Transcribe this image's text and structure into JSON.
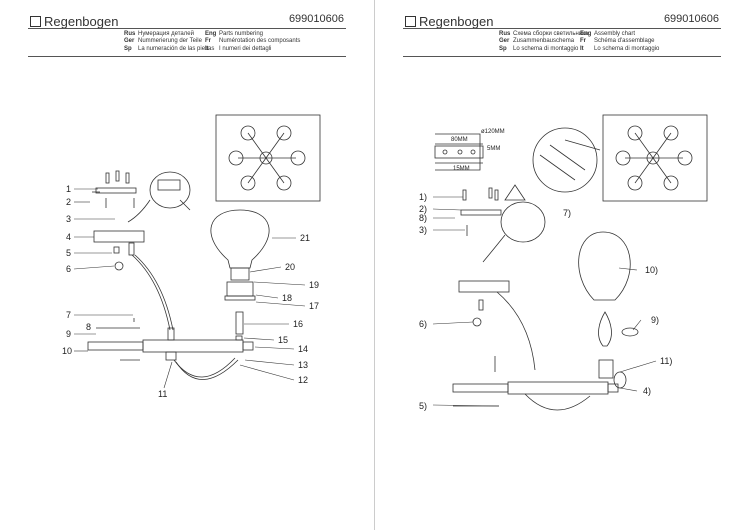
{
  "document": {
    "brand": "Regenbogen",
    "doc_number": "699010606"
  },
  "left_page": {
    "headers_col1": [
      {
        "code": "Rus",
        "text": "Нумерация деталей"
      },
      {
        "code": "Ger",
        "text": "Nummerierung der Teile"
      },
      {
        "code": "Sp",
        "text": "La numeración de las piezas"
      }
    ],
    "headers_col2": [
      {
        "code": "Eng",
        "text": "Parts numbering"
      },
      {
        "code": "Fr",
        "text": "Numérotation des composants"
      },
      {
        "code": "It",
        "text": "I numeri dei dettagli"
      }
    ],
    "labels": [
      "1",
      "2",
      "3",
      "4",
      "5",
      "6",
      "7",
      "8",
      "9",
      "10",
      "11",
      "12",
      "13",
      "14",
      "15",
      "16",
      "17",
      "18",
      "19",
      "20",
      "21"
    ]
  },
  "right_page": {
    "headers_col1": [
      {
        "code": "Rus",
        "text": "Схема сборки светильника"
      },
      {
        "code": "Ger",
        "text": "Zusammenbauschema"
      },
      {
        "code": "Sp",
        "text": "Lo schema di montaggio"
      }
    ],
    "headers_col2": [
      {
        "code": "Eng",
        "text": "Assembly chart"
      },
      {
        "code": "Fr",
        "text": "Schéma d'assemblage"
      },
      {
        "code": "It",
        "text": "Lo schema di montaggio"
      }
    ],
    "labels": [
      "1)",
      "2)",
      "8)",
      "3)",
      "4)",
      "5)",
      "6)",
      "7)",
      "9)",
      "10)",
      "11)"
    ],
    "dimensions": [
      "ø120MM",
      "80MM",
      "5MM",
      "15MM"
    ]
  }
}
